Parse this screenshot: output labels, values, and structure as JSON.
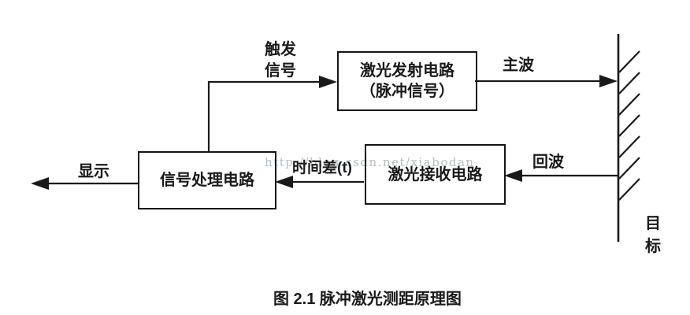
{
  "diagram": {
    "caption": "图 2.1 脉冲激光测距原理图",
    "watermark": "http://blog.csdn.net/xiabodan",
    "boxes": {
      "laser_emit": {
        "line1": "激光发射电路",
        "line2": "（脉冲信号）"
      },
      "signal_process": {
        "label": "信号处理电路"
      },
      "laser_receive": {
        "label": "激光接收电路"
      }
    },
    "labels": {
      "trigger_signal": "触发 信号",
      "trigger_line1": "触发",
      "trigger_line2": "信号",
      "main_wave": "主波",
      "echo_wave": "回波",
      "time_diff": "时间差(t)",
      "display": "显示",
      "target": "目标"
    },
    "colors": {
      "line": "#1a1a1a",
      "watermark": "#b7bcc1",
      "background": "#ffffff"
    }
  }
}
